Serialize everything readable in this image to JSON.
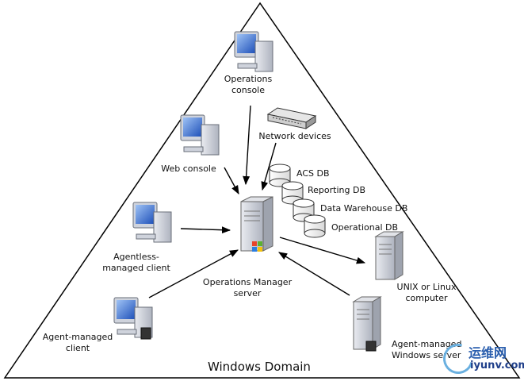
{
  "domain_label": "Windows Domain",
  "nodes": {
    "operations_console": "Operations\nconsole",
    "web_console": "Web console",
    "network_devices": "Network devices",
    "agentless_client": "Agentless-\nmanaged client",
    "agent_client": "Agent-managed\nclient",
    "ops_manager_server": "Operations Manager\nserver",
    "unix_linux": "UNIX or Linux\ncomputer",
    "agent_windows_server": "Agent-managed\nWindows server"
  },
  "databases": [
    "ACS DB",
    "Reporting DB",
    "Data Warehouse DB",
    "Operational DB"
  ],
  "watermark": {
    "cn": "运维网",
    "en": "iyunv.com"
  },
  "colors": {
    "outline": "#000000",
    "screen": "#3a6fd0",
    "server": "#c9ccd6"
  }
}
